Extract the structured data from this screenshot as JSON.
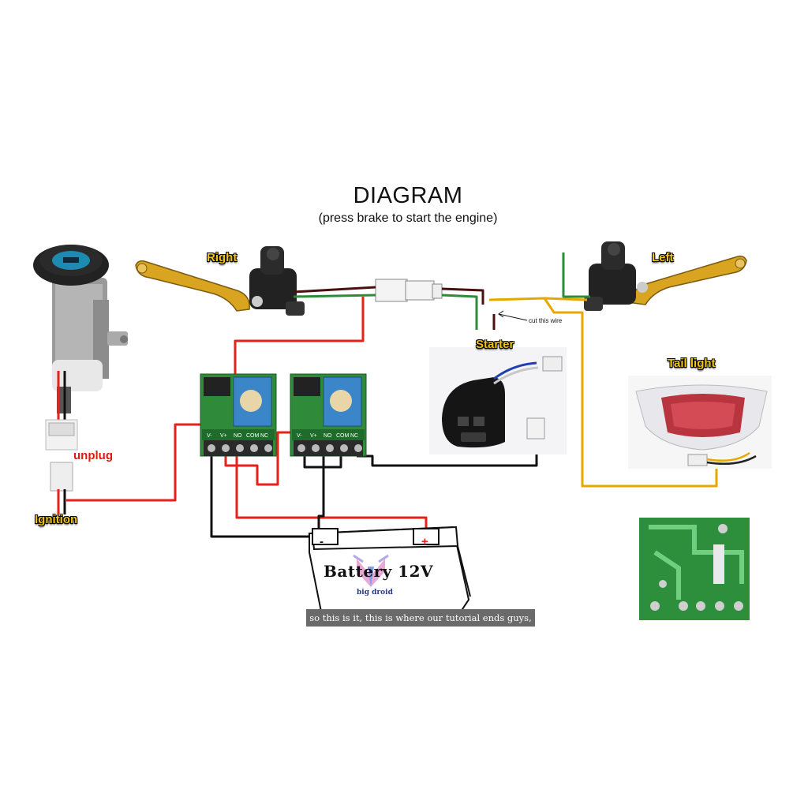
{
  "header": {
    "title": "DIAGRAM",
    "subtitle": "(press brake to start the engine)"
  },
  "labels": {
    "right": "Right",
    "left": "Left",
    "starter": "Starter",
    "tail_light": "Tail light",
    "ignition": "Ignition",
    "unplug": "unplug",
    "cut_wire": "cut this wire"
  },
  "battery": {
    "label": "Battery 12V",
    "watermark": "big droid",
    "neg_terminal": "-",
    "pos_terminal": "+"
  },
  "relay_pins": [
    "V-",
    "V+",
    "NO",
    "COM",
    "NC"
  ],
  "caption": "so this is it, this is where our tutorial ends guys,",
  "colors": {
    "wire_red": "#e8221a",
    "wire_black": "#111111",
    "wire_orange": "#e6a800",
    "wire_green": "#2e8b3a",
    "wire_brown": "#4a1010",
    "lever_gold": "#d9a520",
    "relay_pcb": "#2f8a3a",
    "relay_blue": "#3b86c9",
    "label_yellow": "#f2c413"
  }
}
